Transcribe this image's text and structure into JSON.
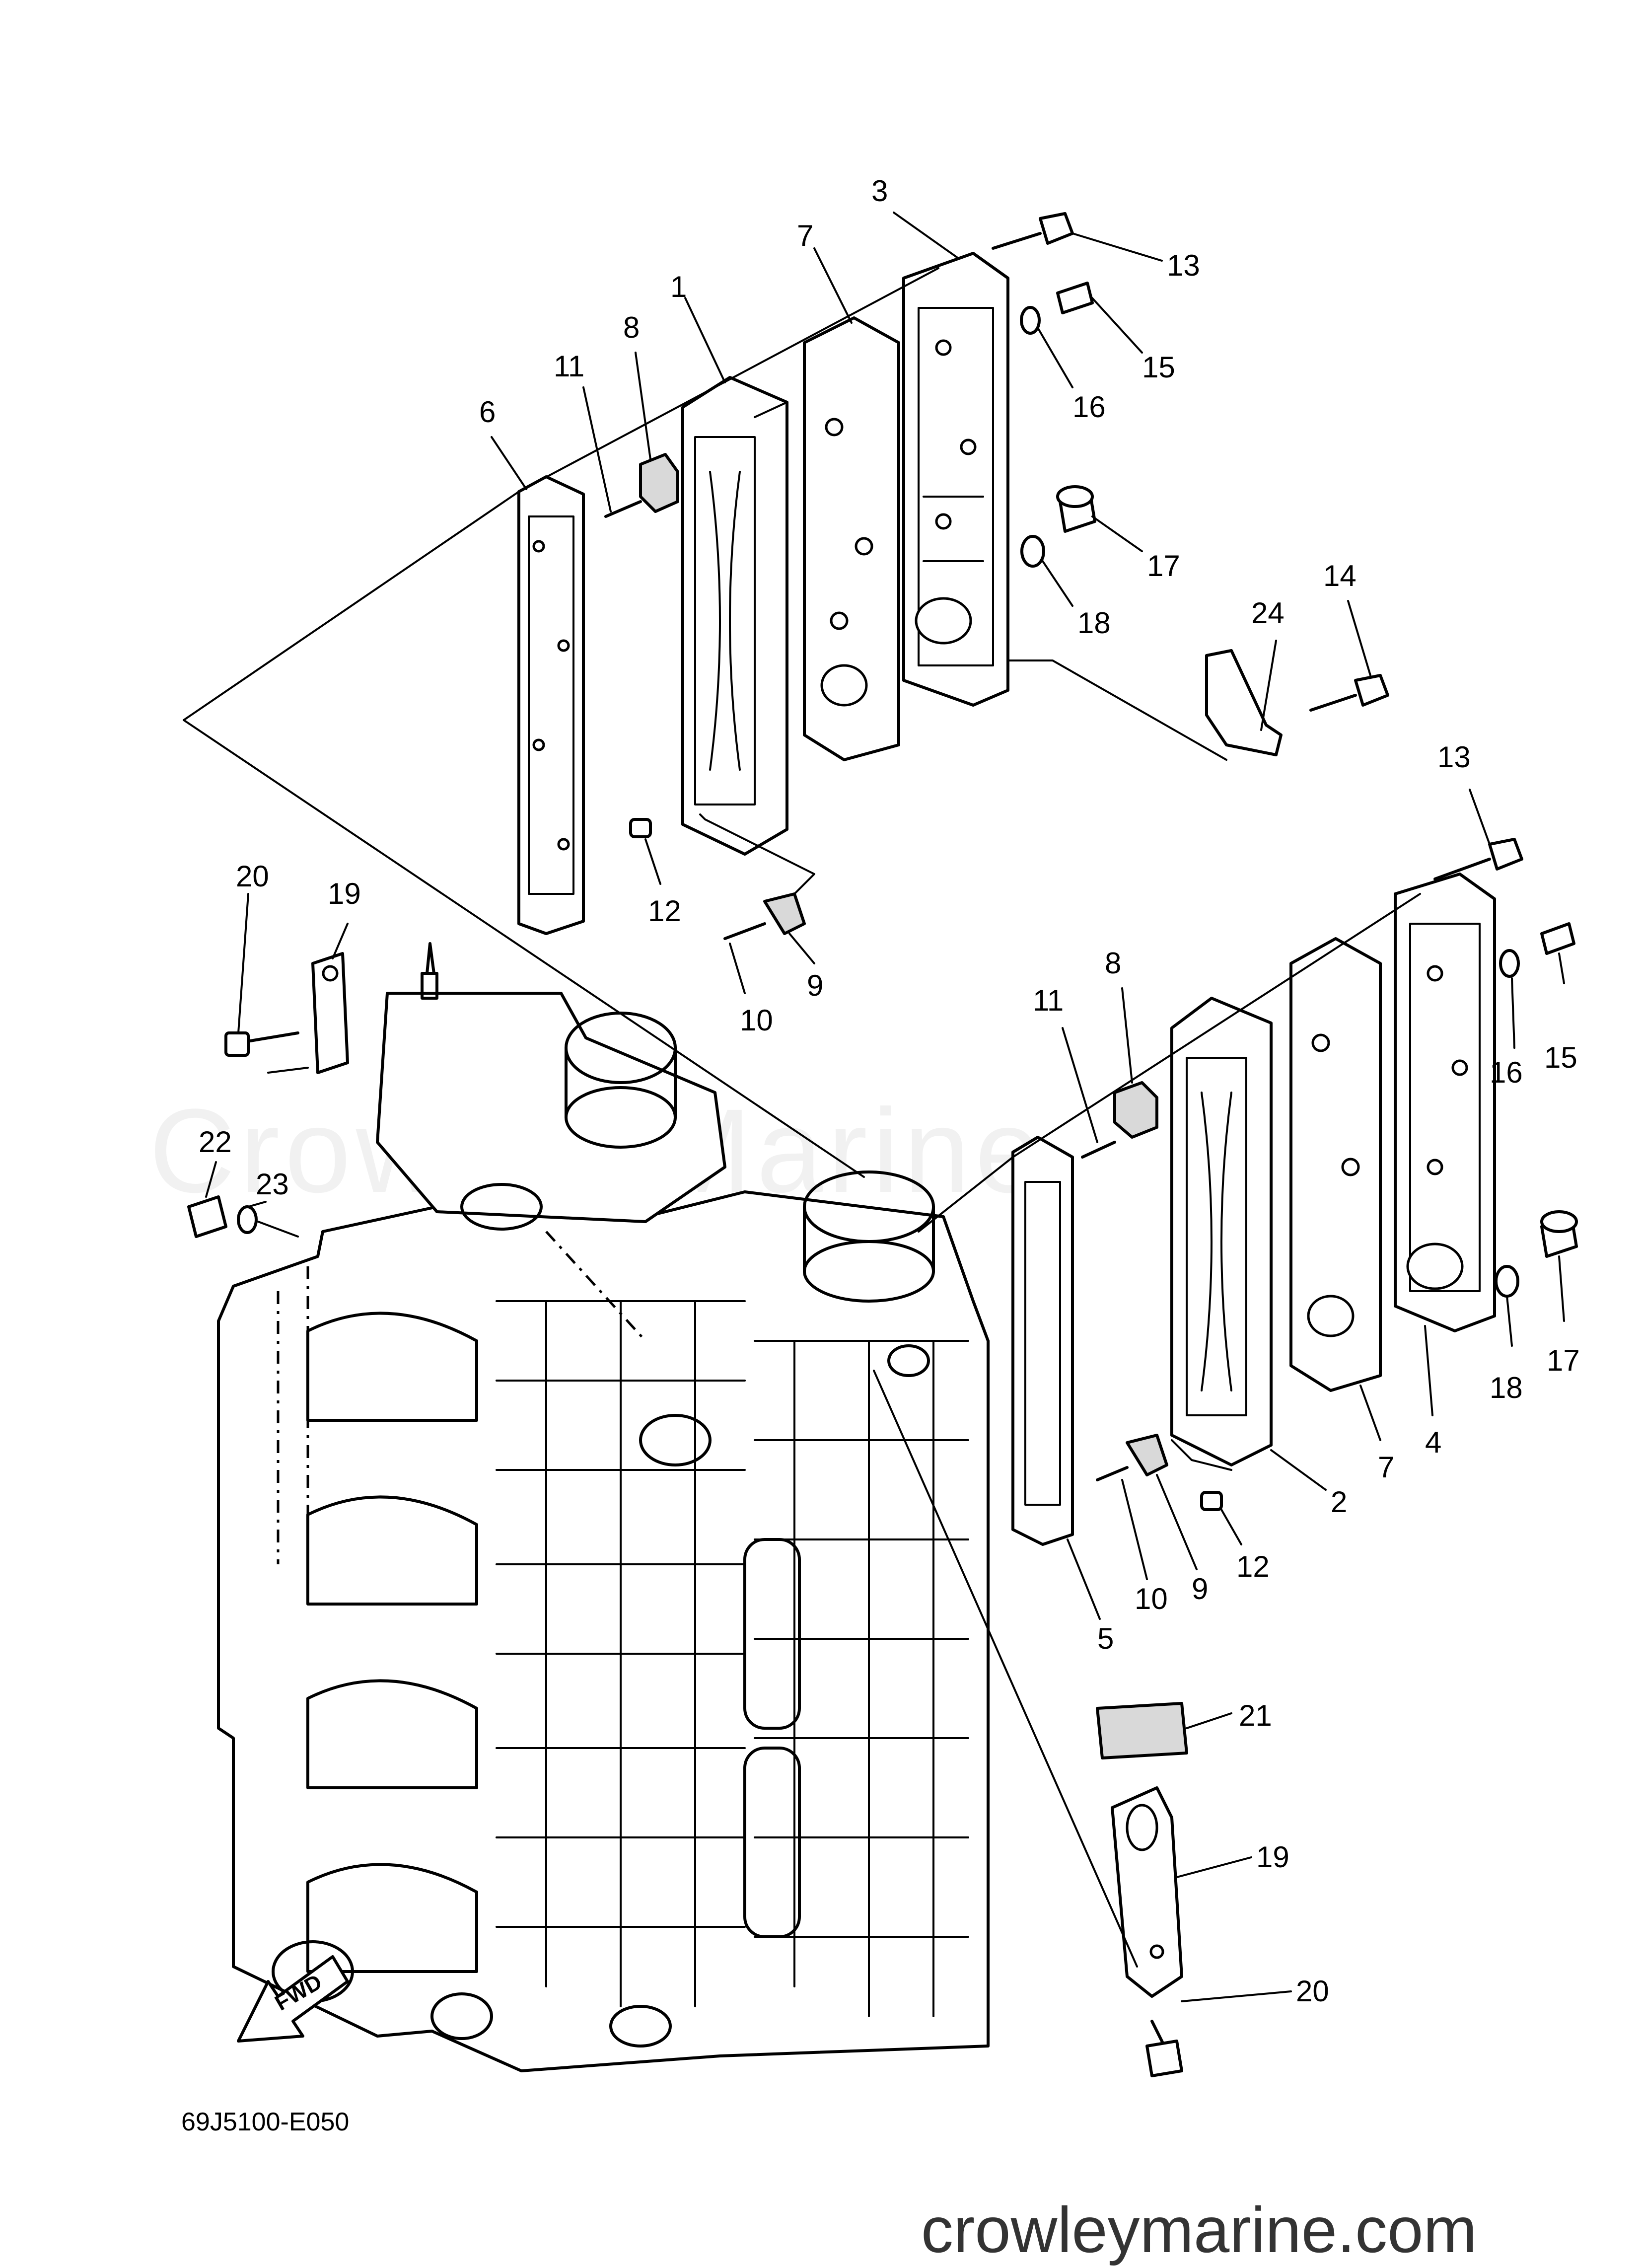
{
  "diagram_code": "69J5100-E050",
  "site_url": "crowleymarine.com",
  "watermark": "Crowley Marine",
  "fwd_label": "FWD",
  "callouts": [
    {
      "id": "c3",
      "text": "3"
    },
    {
      "id": "c7a",
      "text": "7"
    },
    {
      "id": "c1",
      "text": "1"
    },
    {
      "id": "c8a",
      "text": "8"
    },
    {
      "id": "c11a",
      "text": "11"
    },
    {
      "id": "c6",
      "text": "6"
    },
    {
      "id": "c13a",
      "text": "13"
    },
    {
      "id": "c15a",
      "text": "15"
    },
    {
      "id": "c16a",
      "text": "16"
    },
    {
      "id": "c17a",
      "text": "17"
    },
    {
      "id": "c18a",
      "text": "18"
    },
    {
      "id": "c14",
      "text": "14"
    },
    {
      "id": "c24",
      "text": "24"
    },
    {
      "id": "c12a",
      "text": "12"
    },
    {
      "id": "c9a",
      "text": "9"
    },
    {
      "id": "c10a",
      "text": "10"
    },
    {
      "id": "c20a",
      "text": "20"
    },
    {
      "id": "c19a",
      "text": "19"
    },
    {
      "id": "c22",
      "text": "22"
    },
    {
      "id": "c23",
      "text": "23"
    },
    {
      "id": "c13b",
      "text": "13"
    },
    {
      "id": "c8b",
      "text": "8"
    },
    {
      "id": "c11b",
      "text": "11"
    },
    {
      "id": "c15b",
      "text": "15"
    },
    {
      "id": "c16b",
      "text": "16"
    },
    {
      "id": "c17b",
      "text": "17"
    },
    {
      "id": "c18b",
      "text": "18"
    },
    {
      "id": "c4",
      "text": "4"
    },
    {
      "id": "c7b",
      "text": "7"
    },
    {
      "id": "c2",
      "text": "2"
    },
    {
      "id": "c12b",
      "text": "12"
    },
    {
      "id": "c9b",
      "text": "9"
    },
    {
      "id": "c10b",
      "text": "10"
    },
    {
      "id": "c5",
      "text": "5"
    },
    {
      "id": "c21",
      "text": "21"
    },
    {
      "id": "c19b",
      "text": "19"
    },
    {
      "id": "c20b",
      "text": "20"
    }
  ]
}
